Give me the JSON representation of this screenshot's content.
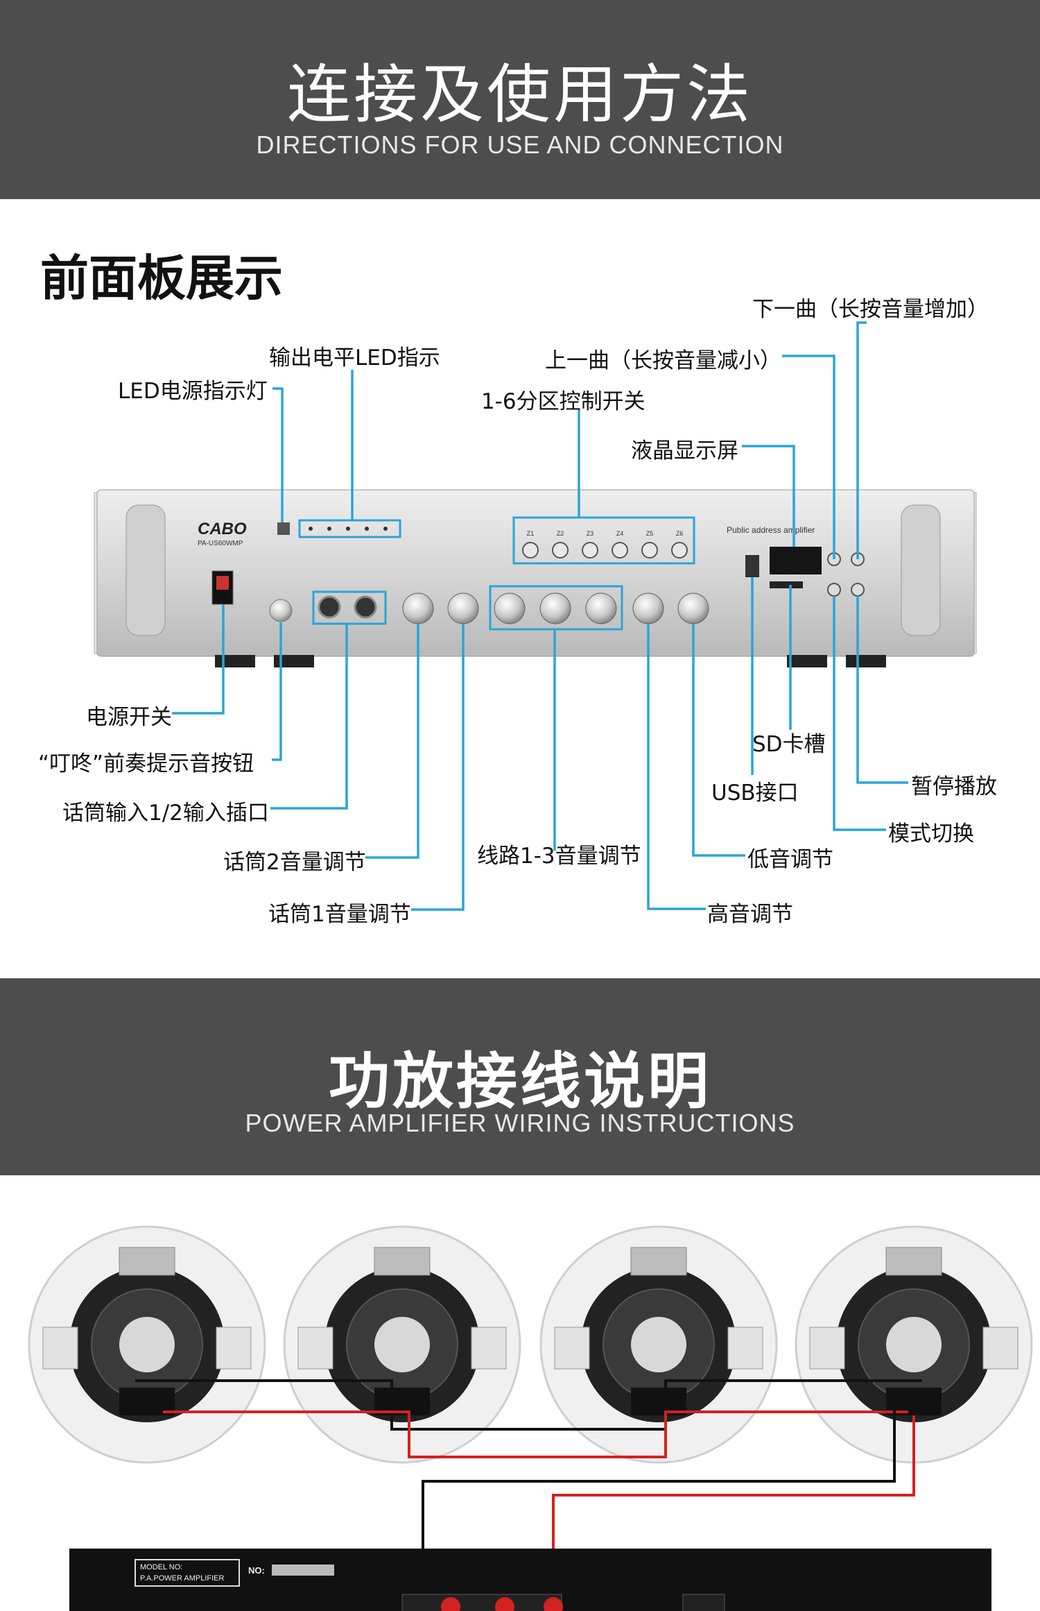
{
  "header": {
    "title_cn": "连接及使用方法",
    "title_en": "DIRECTIONS FOR  USE AND CONNECTION"
  },
  "front_panel": {
    "heading": "前面板展示",
    "brand": "CABO",
    "model": "PA-US60WMP",
    "panel_title": "Public address amplifier",
    "zone_labels": [
      "Z1",
      "Z2",
      "Z3",
      "Z4",
      "Z5",
      "Z6"
    ],
    "labels": {
      "next_track": "下一曲（长按音量增加）",
      "output_led": "输出电平LED指示",
      "prev_track": "上一曲（长按音量减小）",
      "power_led": "LED电源指示灯",
      "zone_switch": "1-6分区控制开关",
      "lcd": "液晶显示屏",
      "power_switch": "电源开关",
      "chime": "“叮咚”前奏提示音按钮",
      "mic_input": "话筒输入1/2输入插口",
      "mic2_vol": "话筒2音量调节",
      "mic1_vol": "话筒1音量调节",
      "line_vol": "线路1-3音量调节",
      "sd": "SD卡槽",
      "usb": "USB接口",
      "pause": "暂停播放",
      "mode": "模式切换",
      "bass": "低音调节",
      "treble": "高音调节"
    }
  },
  "wiring": {
    "title_cn": "功放接线说明",
    "title_en": "POWER AMPLIFIER WIRING  INSTRUCTIONS",
    "amp_model_label": "MODEL NO:",
    "amp_model": "P.A.POWER AMPLIFIER",
    "amp_no_label": "NO:"
  },
  "colors": {
    "banner": "#4d4d4d",
    "callout_line": "#2aa5d6",
    "wire_red": "#d22222",
    "wire_black": "#111111"
  }
}
